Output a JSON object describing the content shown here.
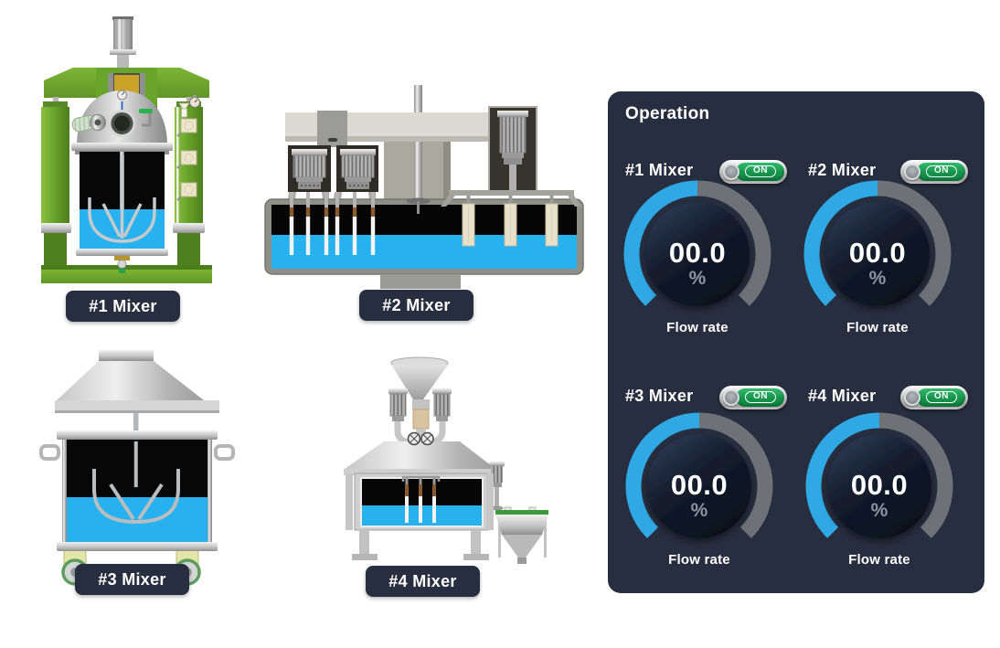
{
  "page": {
    "background": "#ffffff"
  },
  "mixers": [
    {
      "badge_label": "#1 Mixer"
    },
    {
      "badge_label": "#2 Mixer"
    },
    {
      "badge_label": "#3 Mixer"
    },
    {
      "badge_label": "#4 Mixer"
    }
  ],
  "panel": {
    "title": "Operation",
    "controls": [
      {
        "label": "#1 Mixer",
        "switch_state": "ON",
        "value": "00.0",
        "unit": "%",
        "metric_label": "Flow rate"
      },
      {
        "label": "#2 Mixer",
        "switch_state": "ON",
        "value": "00.0",
        "unit": "%",
        "metric_label": "Flow rate"
      },
      {
        "label": "#3 Mixer",
        "switch_state": "ON",
        "value": "00.0",
        "unit": "%",
        "metric_label": "Flow rate"
      },
      {
        "label": "#4 Mixer",
        "switch_state": "ON",
        "value": "00.0",
        "unit": "%",
        "metric_label": "Flow rate"
      }
    ],
    "colors": {
      "panel_bg": "#272e3f",
      "gauge_blue": "#2fa8e3",
      "gauge_gray": "#6e7277",
      "toggle_green": "#1d9e52"
    }
  },
  "colors": {
    "liquid": "#28b1ef",
    "machine_green": "#6aa52c",
    "badge_bg": "#272e3f"
  },
  "icons": {
    "toggle_knob_icon": "circle"
  }
}
